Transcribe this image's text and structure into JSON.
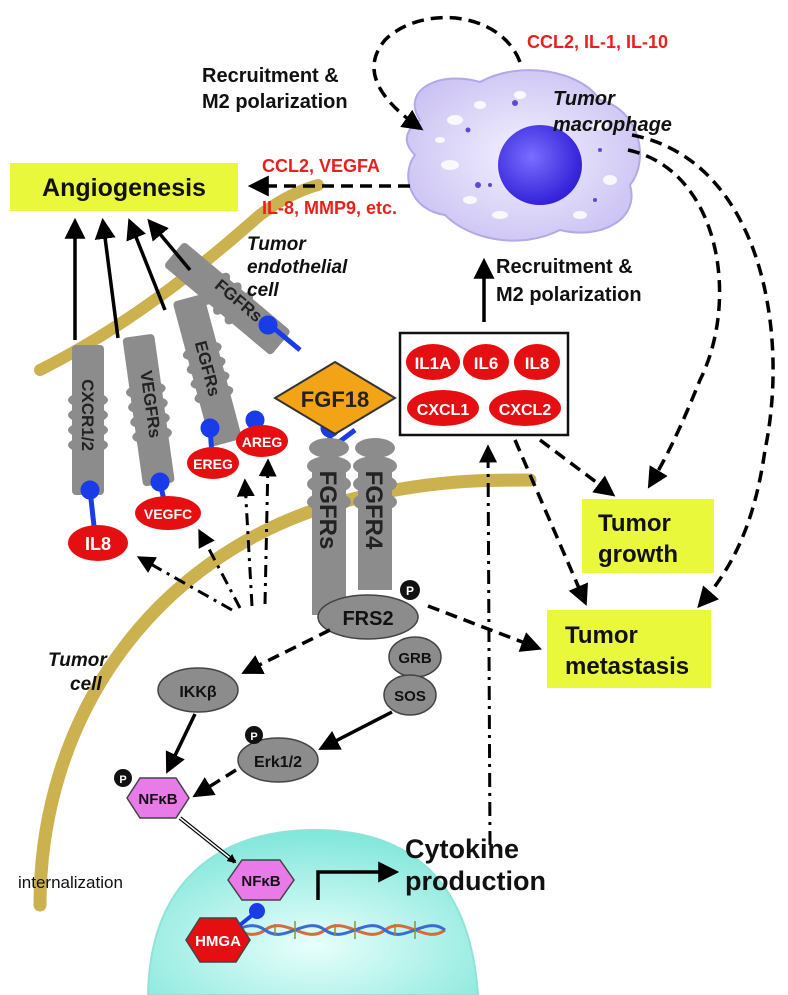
{
  "colors": {
    "red_text": "#e8211c",
    "highlight_box": "#eaf83c",
    "ligand_red": "#e50f12",
    "receptor_gray": "#8c8c8c",
    "link_blue": "#1a3ce8",
    "membrane_gold": "#c6a93c",
    "nfkb_pink": "#e97be8",
    "fgf18_orange": "#f2a416",
    "macrophage_body": "#d6cff5",
    "macrophage_nucleus": "#4a3be8",
    "nucleus_cyan": "#9ff0e6"
  },
  "boxes": {
    "angiogenesis": "Angiogenesis",
    "growth_1": "Tumor",
    "growth_2": "growth",
    "metastasis_1": "Tumor",
    "metastasis_2": "metastasis"
  },
  "macrophage": {
    "label_1": "Tumor",
    "label_2": "macrophage",
    "loop_cytokines": "CCL2, IL-1, IL-10",
    "angio_factors_1": "CCL2, VEGFA",
    "angio_factors_2": "IL-8, MMP9, etc."
  },
  "recruitment_top": {
    "line1": "Recruitment &",
    "line2": "M2 polarization"
  },
  "recruitment_mid": {
    "line1": "Recruitment &",
    "line2": "M2 polarization"
  },
  "endothelial": {
    "line1": "Tumor",
    "line2": "endothelial",
    "line3": "cell"
  },
  "tumor_cell": {
    "line1": "Tumor",
    "line2": "cell"
  },
  "endo_receptors": [
    "CXCR1/2",
    "VEGFRs",
    "EGFRs",
    "FGFRs"
  ],
  "endo_ligands": [
    "IL8",
    "VEGFC",
    "EREG",
    "AREG"
  ],
  "fgf18": "FGF18",
  "tumor_receptors": [
    "FGFRs",
    "FGFR4"
  ],
  "cytokine_box": {
    "row1": [
      "IL1A",
      "IL6",
      "IL8"
    ],
    "row2": [
      "CXCL1",
      "CXCL2"
    ]
  },
  "signaling": {
    "frs2": "FRS2",
    "grb": "GRB",
    "sos": "SOS",
    "ikkb": "IKKβ",
    "erk": "Erk1/2",
    "nfkb": "NFκB",
    "nfkb_nuclear": "NFκB",
    "hmga": "HMGA",
    "phospho": "P"
  },
  "internalization": "internalization",
  "cytokine_production": {
    "line1": "Cytokine",
    "line2": "production"
  }
}
